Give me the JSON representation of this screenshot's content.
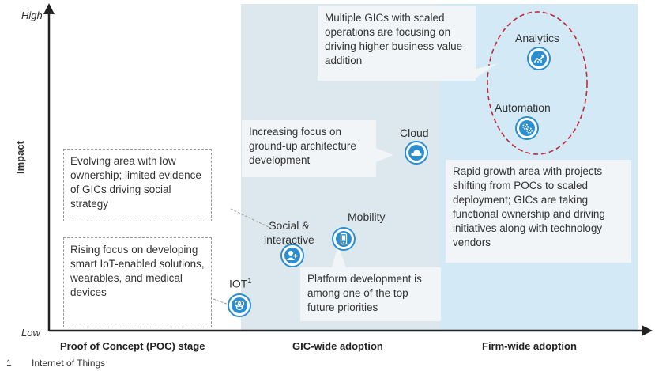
{
  "axes": {
    "y_label": "Impact",
    "y_high": "High",
    "y_low": "Low",
    "x_stages": [
      "Proof of Concept (POC) stage",
      "GIC-wide adoption",
      "Firm-wide adoption"
    ]
  },
  "items": {
    "iot": "IOT",
    "iot_sup": "1",
    "social": "Social &\ninteractive",
    "mobility": "Mobility",
    "cloud": "Cloud",
    "analytics": "Analytics",
    "automation": "Automation"
  },
  "callouts": {
    "iot": "Rising focus on developing smart IoT-enabled solutions, wearables, and medical devices",
    "social": "Evolving area with low ownership; limited evidence of GICs driving social strategy",
    "mobility": "Platform development is among one of the top future priorities",
    "cloud": "Increasing focus on ground-up architecture development",
    "analytics": "Multiple GICs with scaled operations are focusing on driving higher business value- addition",
    "rapid": "Rapid growth area with projects shifting from POCs to scaled deployment; GICs are taking functional ownership and driving initiatives along with technology vendors"
  },
  "footnote": {
    "number": "1",
    "text": "Internet of Things"
  },
  "colors": {
    "accent": "#2b8fcf",
    "gic_zone": "#dde8ee",
    "firm_zone": "#d3e9f6",
    "ellipse": "#c0283a"
  }
}
